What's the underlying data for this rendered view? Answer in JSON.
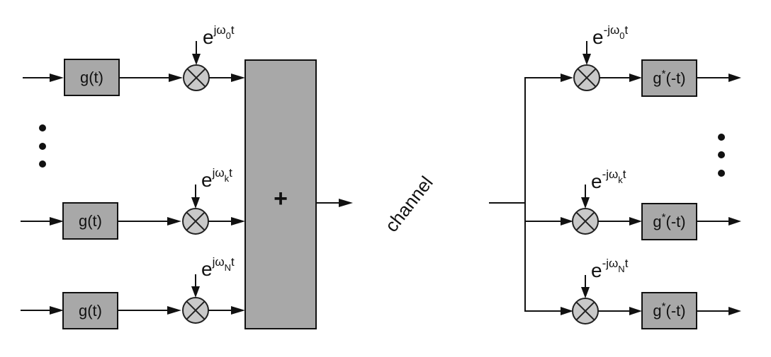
{
  "diagram": {
    "title": "OFDM modulator / demodulator block diagram",
    "transmitter": {
      "branches": [
        {
          "id": "0",
          "filter_label": "g(t)",
          "osc_base": "e",
          "osc_exp_prefix": "jω",
          "osc_sub": "0",
          "osc_exp_suffix": "t"
        },
        {
          "id": "k",
          "filter_label": "g(t)",
          "osc_base": "e",
          "osc_exp_prefix": "jω",
          "osc_sub": "k",
          "osc_exp_suffix": "t"
        },
        {
          "id": "N",
          "filter_label": "g(t)",
          "osc_base": "e",
          "osc_exp_prefix": "jω",
          "osc_sub": "N",
          "osc_exp_suffix": "t"
        }
      ],
      "ellipsis": "⋮",
      "summer_label": "+"
    },
    "channel_label": "channel",
    "receiver": {
      "branches": [
        {
          "id": "0",
          "filter_base": "g",
          "filter_sup": "*",
          "filter_rest": "(-t)",
          "osc_base": "e",
          "osc_exp_prefix": "-jω",
          "osc_sub": "0",
          "osc_exp_suffix": "t"
        },
        {
          "id": "k",
          "filter_base": "g",
          "filter_sup": "*",
          "filter_rest": "(-t)",
          "osc_base": "e",
          "osc_exp_prefix": "-jω",
          "osc_sub": "k",
          "osc_exp_suffix": "t"
        },
        {
          "id": "N",
          "filter_base": "g",
          "filter_sup": "*",
          "filter_rest": "(-t)",
          "osc_base": "e",
          "osc_exp_prefix": "-jω",
          "osc_sub": "N",
          "osc_exp_suffix": "t"
        }
      ],
      "ellipsis": "⋮"
    },
    "colors": {
      "block_fill": "#a8a8a8",
      "mixer_fill": "#c9c9c9",
      "line": "#111111",
      "background": "#ffffff"
    }
  }
}
